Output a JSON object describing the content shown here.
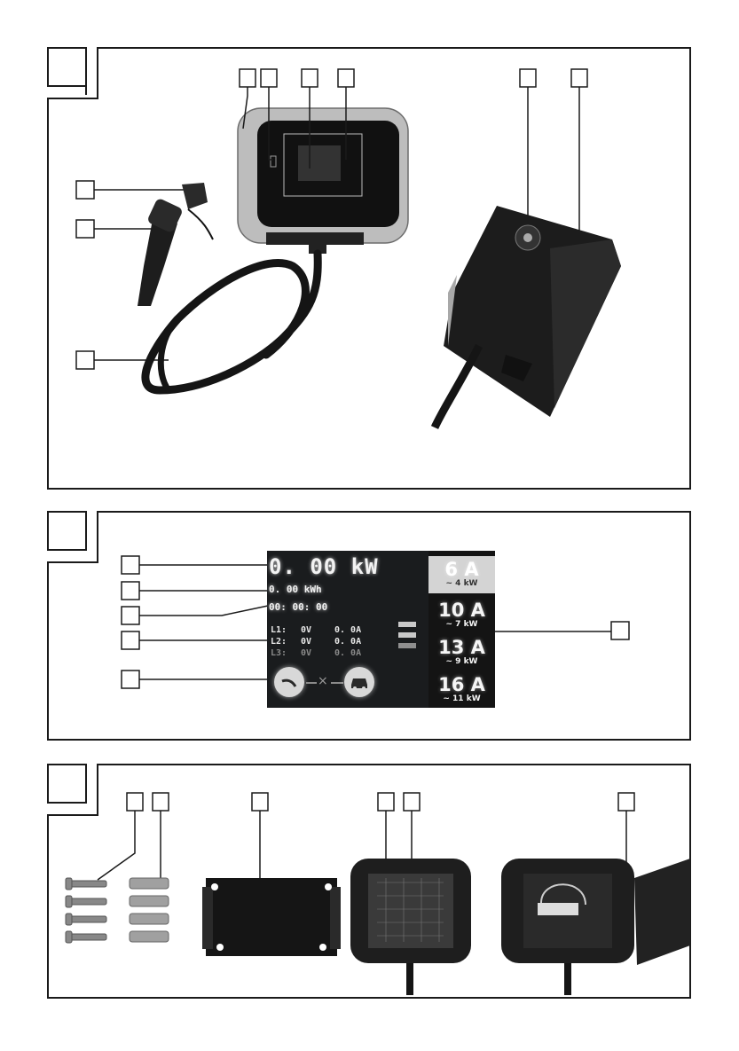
{
  "panel2_screen": {
    "power": "0. 00  kW",
    "energy": "0. 00  kWh",
    "timer": "00: 00: 00",
    "phases": [
      {
        "label": "L1:",
        "voltage": "0V",
        "current": "0. 0A"
      },
      {
        "label": "L2:",
        "voltage": "0V",
        "current": "0. 0A"
      },
      {
        "label": "L3:",
        "voltage": "0V",
        "current": "0. 0A"
      }
    ],
    "phase_separator": "×",
    "current_options": [
      {
        "amps": "6 A",
        "power": "~ 4 kW",
        "selected": true
      },
      {
        "amps": "10 A",
        "power": "~ 7 kW",
        "selected": false
      },
      {
        "amps": "13 A",
        "power": "~ 9 kW",
        "selected": false
      },
      {
        "amps": "16 A",
        "power": "~ 11 kW",
        "selected": false
      }
    ]
  },
  "colors": {
    "frame": "#1a1a1a",
    "screen_bg": "#1a1c1e",
    "product_dark": "#1e1e1e",
    "product_silver": "#bdbdbd"
  }
}
